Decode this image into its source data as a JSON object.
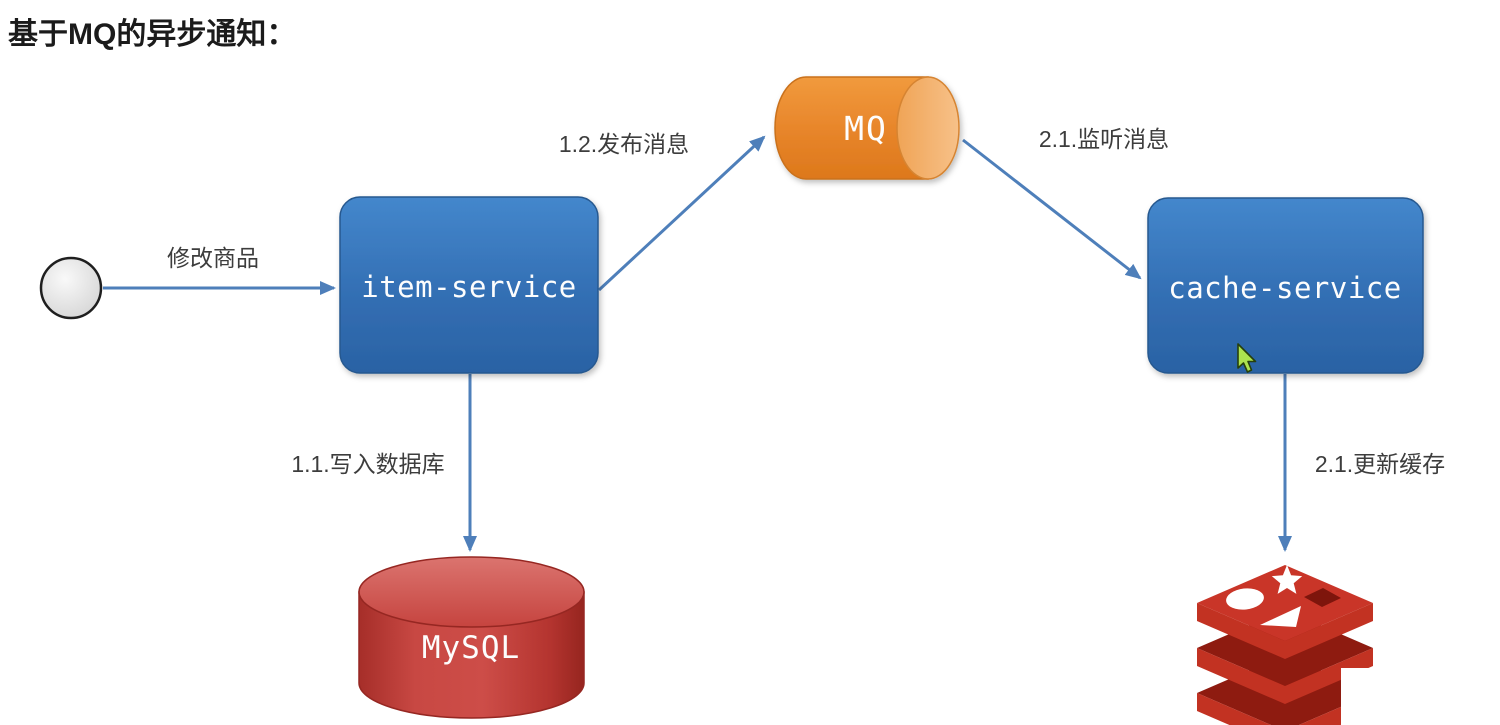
{
  "title": "基于MQ的异步通知：",
  "nodes": {
    "actor": {
      "type": "start-circle"
    },
    "item_service": {
      "label": "item-service"
    },
    "mq": {
      "label": "MQ"
    },
    "cache_service": {
      "label": "cache-service"
    },
    "mysql": {
      "label": "MySQL"
    },
    "redis": {
      "icon": "redis-stack-logo"
    }
  },
  "edges": {
    "modify_item": {
      "label": "修改商品",
      "from": "actor",
      "to": "item-service"
    },
    "publish_message": {
      "label": "1.2.发布消息",
      "from": "item-service",
      "to": "MQ"
    },
    "listen_message": {
      "label": "2.1.监听消息",
      "from": "MQ",
      "to": "cache-service"
    },
    "write_db": {
      "label": "1.1.写入数据库",
      "from": "item-service",
      "to": "MySQL"
    },
    "update_cache": {
      "label": "2.1.更新缓存",
      "from": "cache-service",
      "to": "Redis"
    }
  },
  "colors": {
    "service_box_blue": "#3277BD",
    "mq_orange": "#E8862D",
    "mysql_red": "#C5413C",
    "redis_red": "#C6302B",
    "arrow_blue": "#4E7FBA",
    "label_text": "#3D3D3D"
  }
}
